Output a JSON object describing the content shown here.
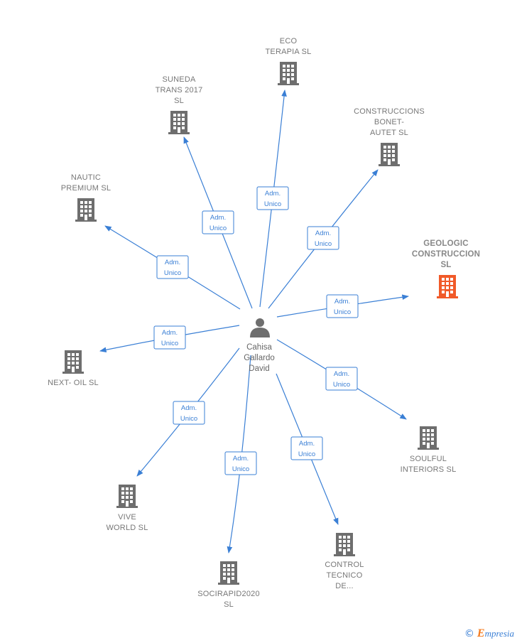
{
  "center": {
    "id": "person",
    "label": [
      "Cahisa",
      "Gallardo",
      "David"
    ],
    "icon": "person-icon"
  },
  "colors": {
    "edge": "#3a7fd5",
    "building": "#6e6e6e",
    "building_highlight": "#f15a29",
    "brand_accent": "#f47c20"
  },
  "edge_label": [
    "Adm.",
    "Unico"
  ],
  "companies": [
    {
      "id": "eco-terapia",
      "label": [
        "ECO",
        "TERAPIA  SL"
      ],
      "highlight": false,
      "icon": "building-icon"
    },
    {
      "id": "suneda-trans",
      "label": [
        "SUNEDA",
        "TRANS 2017",
        "SL"
      ],
      "highlight": false,
      "icon": "building-icon"
    },
    {
      "id": "construccions-bonet",
      "label": [
        "CONSTRUCCIONS",
        "BONET-",
        "AUTET  SL"
      ],
      "highlight": false,
      "icon": "building-icon"
    },
    {
      "id": "nautic-premium",
      "label": [
        "NAUTIC",
        "PREMIUM  SL"
      ],
      "highlight": false,
      "icon": "building-icon"
    },
    {
      "id": "geologic-construccion",
      "label": [
        "GEOLOGIC",
        "CONSTRUCCION",
        "SL"
      ],
      "highlight": true,
      "icon": "building-icon"
    },
    {
      "id": "next-oil",
      "label": [
        "NEXT- OIL  SL"
      ],
      "highlight": false,
      "icon": "building-icon"
    },
    {
      "id": "soulful-interiors",
      "label": [
        "SOULFUL",
        "INTERIORS  SL"
      ],
      "highlight": false,
      "icon": "building-icon"
    },
    {
      "id": "vive-world",
      "label": [
        "VIVE",
        "WORLD  SL"
      ],
      "highlight": false,
      "icon": "building-icon"
    },
    {
      "id": "socirapid2020",
      "label": [
        "SOCIRAPID2020",
        "SL"
      ],
      "highlight": false,
      "icon": "building-icon"
    },
    {
      "id": "control-tecnico",
      "label": [
        "CONTROL",
        "TECNICO",
        "DE..."
      ],
      "highlight": false,
      "icon": "building-icon"
    }
  ],
  "brand": {
    "copyright": "©",
    "initial": "E",
    "rest": "mpresia"
  }
}
